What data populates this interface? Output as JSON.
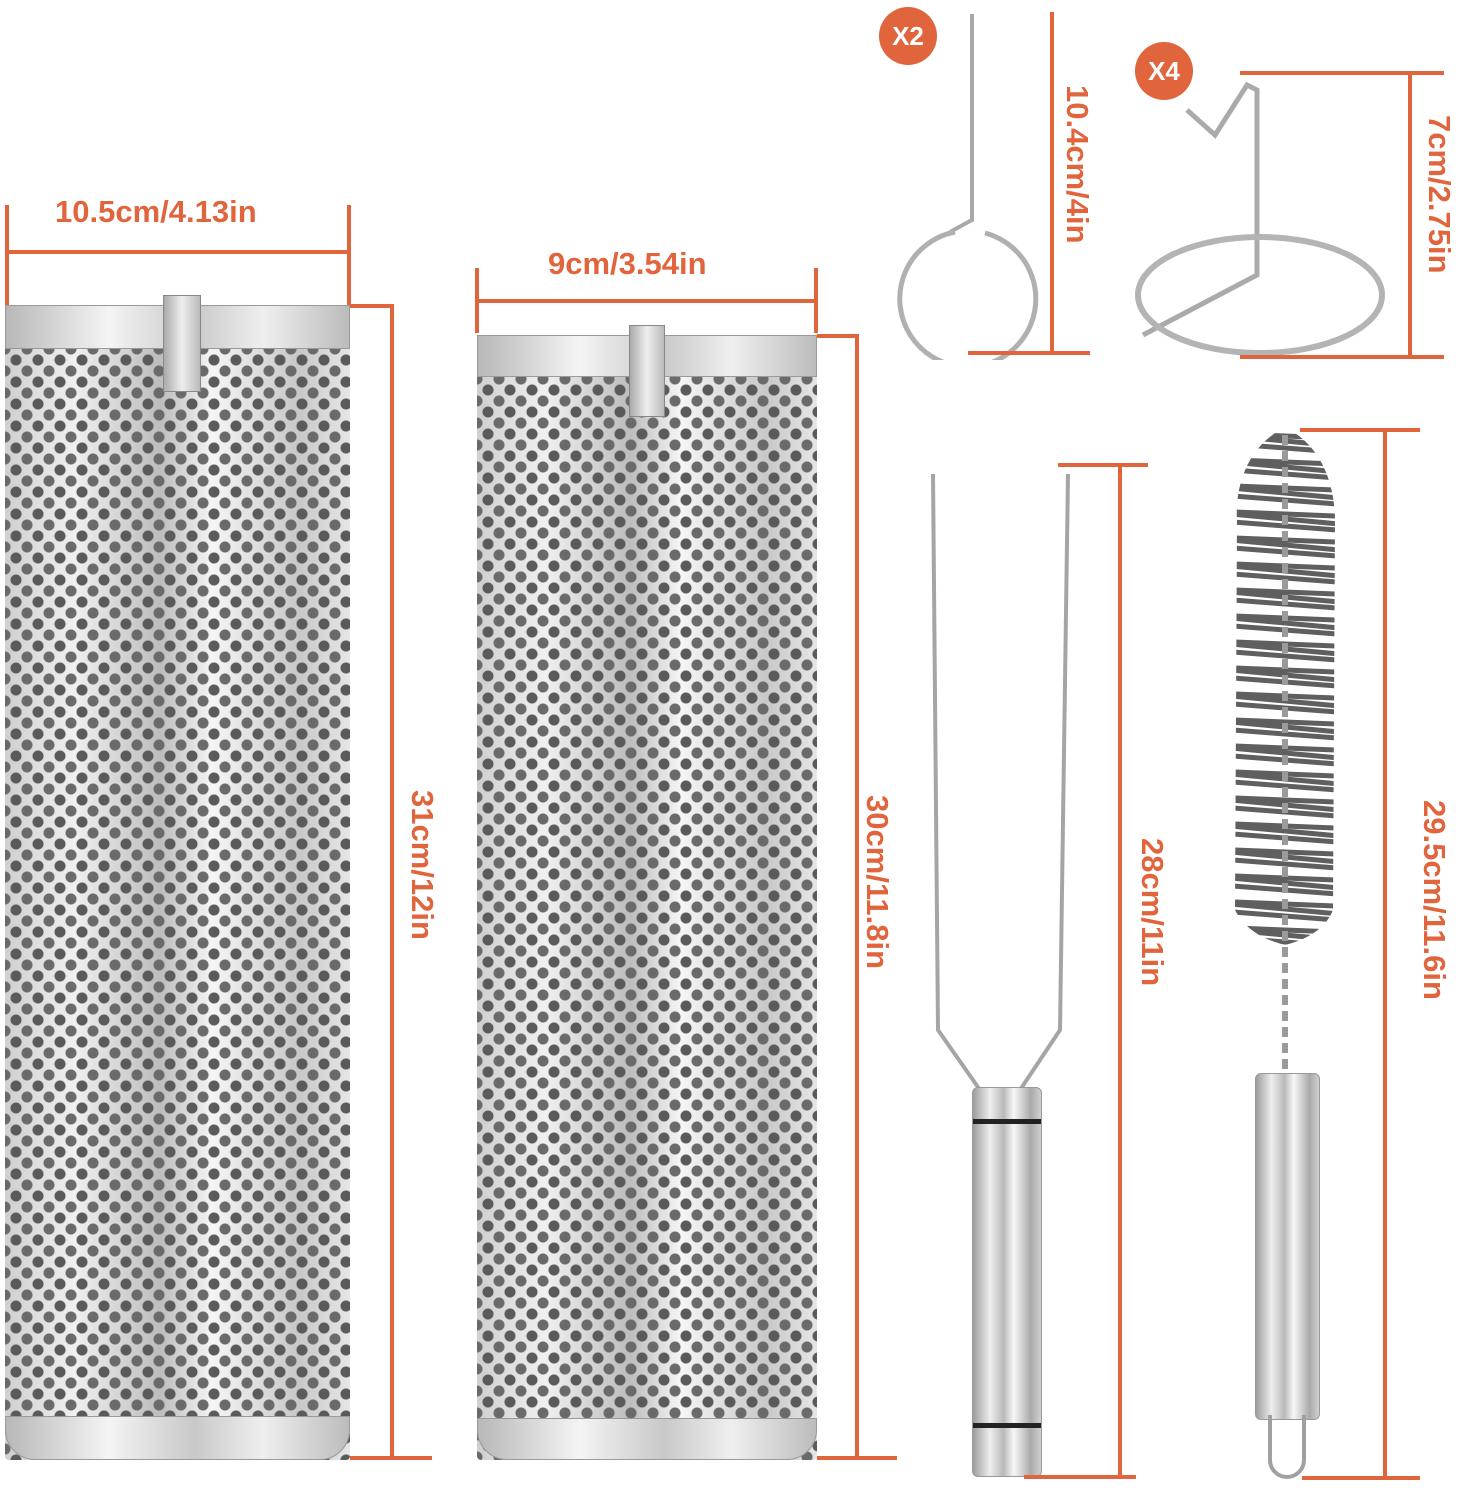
{
  "accent_color": "#e0643c",
  "items": [
    {
      "name": "large-rotisserie-basket",
      "width_label": "10.5cm/4.13in",
      "height_label": "31cm/12in"
    },
    {
      "name": "small-rotisserie-basket",
      "width_label": "9cm/3.54in",
      "height_label": "30cm/11.8in"
    },
    {
      "name": "ring-hook",
      "quantity_badge": "X2",
      "height_label": "10.4cm/4in"
    },
    {
      "name": "basket-stand",
      "quantity_badge": "X4",
      "height_label": "7cm/2.75in"
    },
    {
      "name": "fork",
      "height_label": "28cm/11in"
    },
    {
      "name": "cleaning-brush",
      "height_label": "29.5cm/11.6in"
    }
  ]
}
